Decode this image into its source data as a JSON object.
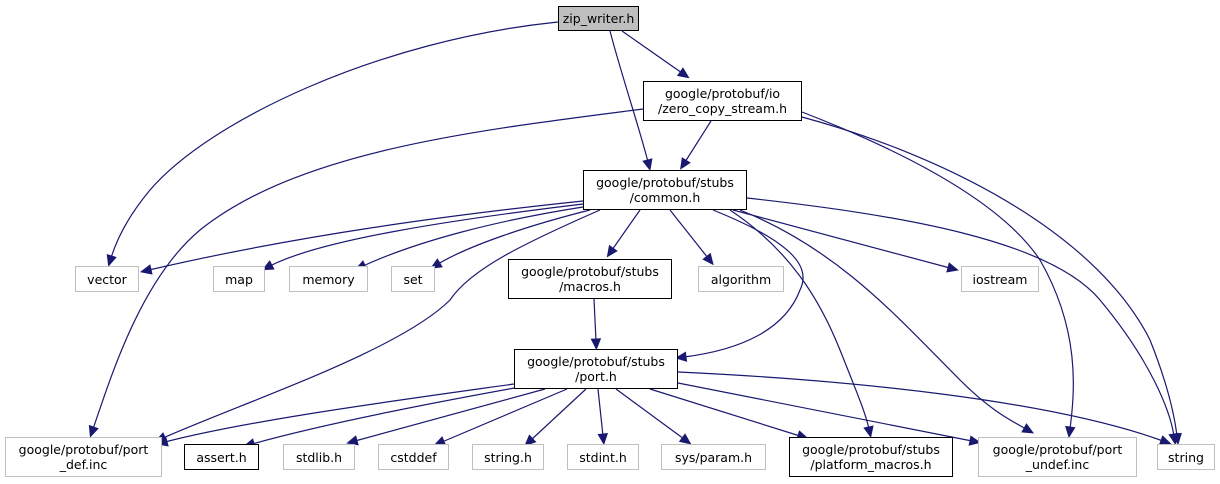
{
  "title": "zip_writer.h include dependency graph",
  "colors": {
    "edge": "#191970",
    "root_fill": "#bfbfbf",
    "documented_border": "#000000",
    "external_border": "#bfbfbf"
  },
  "nodes": {
    "zip_writer": {
      "label": "zip_writer.h",
      "kind": "root"
    },
    "zero_copy_stream": {
      "label": "google/protobuf/io\n/zero_copy_stream.h",
      "kind": "documented"
    },
    "common": {
      "label": "google/protobuf/stubs\n/common.h",
      "kind": "documented"
    },
    "vector": {
      "label": "vector",
      "kind": "external"
    },
    "map": {
      "label": "map",
      "kind": "external"
    },
    "memory": {
      "label": "memory",
      "kind": "external"
    },
    "set": {
      "label": "set",
      "kind": "external"
    },
    "macros": {
      "label": "google/protobuf/stubs\n/macros.h",
      "kind": "documented"
    },
    "algorithm": {
      "label": "algorithm",
      "kind": "external"
    },
    "iostream": {
      "label": "iostream",
      "kind": "external"
    },
    "port": {
      "label": "google/protobuf/stubs\n/port.h",
      "kind": "documented"
    },
    "port_def": {
      "label": "google/protobuf/port\n_def.inc",
      "kind": "external"
    },
    "assert": {
      "label": "assert.h",
      "kind": "documented"
    },
    "stdlib": {
      "label": "stdlib.h",
      "kind": "external"
    },
    "cstddef": {
      "label": "cstddef",
      "kind": "external"
    },
    "string_h": {
      "label": "string.h",
      "kind": "external"
    },
    "stdint": {
      "label": "stdint.h",
      "kind": "external"
    },
    "sys_param": {
      "label": "sys/param.h",
      "kind": "external"
    },
    "platform_macros": {
      "label": "google/protobuf/stubs\n/platform_macros.h",
      "kind": "documented"
    },
    "port_undef": {
      "label": "google/protobuf/port\n_undef.inc",
      "kind": "external"
    },
    "string": {
      "label": "string",
      "kind": "external"
    }
  },
  "edges": [
    [
      "zip_writer",
      "zero_copy_stream"
    ],
    [
      "zip_writer",
      "common"
    ],
    [
      "zip_writer",
      "vector"
    ],
    [
      "zero_copy_stream",
      "common"
    ],
    [
      "zero_copy_stream",
      "port_def"
    ],
    [
      "zero_copy_stream",
      "port_undef"
    ],
    [
      "zero_copy_stream",
      "string"
    ],
    [
      "common",
      "vector"
    ],
    [
      "common",
      "map"
    ],
    [
      "common",
      "memory"
    ],
    [
      "common",
      "set"
    ],
    [
      "common",
      "macros"
    ],
    [
      "common",
      "algorithm"
    ],
    [
      "common",
      "iostream"
    ],
    [
      "common",
      "port"
    ],
    [
      "common",
      "port_def"
    ],
    [
      "common",
      "platform_macros"
    ],
    [
      "common",
      "port_undef"
    ],
    [
      "common",
      "string"
    ],
    [
      "macros",
      "port"
    ],
    [
      "port",
      "port_def"
    ],
    [
      "port",
      "assert"
    ],
    [
      "port",
      "stdlib"
    ],
    [
      "port",
      "cstddef"
    ],
    [
      "port",
      "string_h"
    ],
    [
      "port",
      "stdint"
    ],
    [
      "port",
      "sys_param"
    ],
    [
      "port",
      "platform_macros"
    ],
    [
      "port",
      "port_undef"
    ],
    [
      "port",
      "string"
    ]
  ]
}
